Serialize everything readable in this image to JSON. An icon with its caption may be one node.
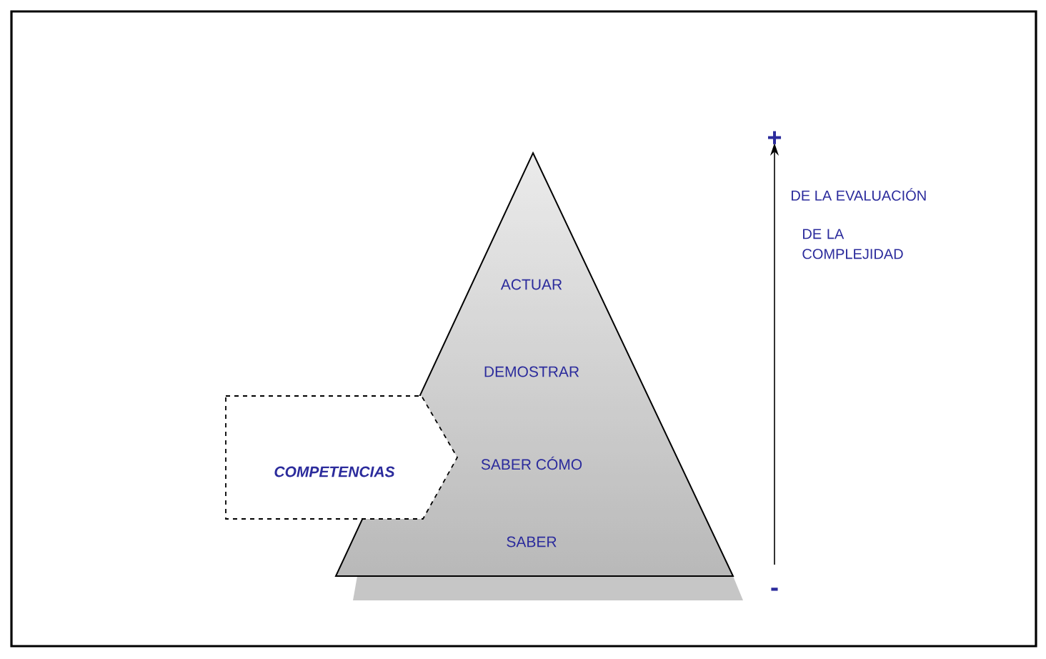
{
  "diagram": {
    "nodes": [
      {
        "text": [
          "ACTUAR",
          "DEMOSTRAR",
          "SABER CÓMO",
          "SABER"
        ]
      },
      {
        "text": [
          "COMPETENCIAS"
        ]
      }
    ],
    "labels": [
      "+",
      "DE LA EVALUACIÓN",
      "DE LA COMPLEJIDAD",
      "-"
    ]
  }
}
